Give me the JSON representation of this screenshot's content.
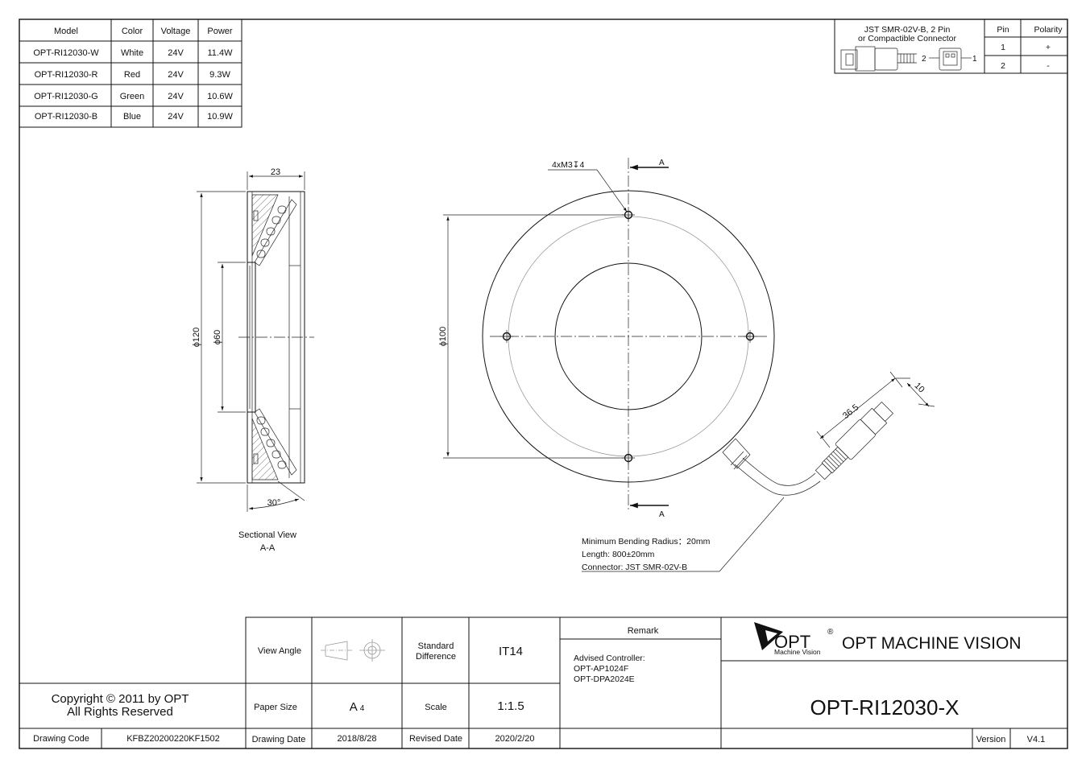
{
  "model_table": {
    "headers": [
      "Model",
      "Color",
      "Voltage",
      "Power"
    ],
    "rows": [
      [
        "OPT-RI12030-W",
        "White",
        "24V",
        "11.4W"
      ],
      [
        "OPT-RI12030-R",
        "Red",
        "24V",
        "9.3W"
      ],
      [
        "OPT-RI12030-G",
        "Green",
        "24V",
        "10.6W"
      ],
      [
        "OPT-RI12030-B",
        "Blue",
        "24V",
        "10.9W"
      ]
    ]
  },
  "connector_box": {
    "title_line1": "JST SMR-02V-B, 2 Pin",
    "title_line2": "or Compactible Connector",
    "pin_label_2": "2",
    "pin_label_1": "1",
    "headers": [
      "Pin",
      "Polarity"
    ],
    "rows": [
      [
        "1",
        "+"
      ],
      [
        "2",
        "-"
      ]
    ]
  },
  "section_view": {
    "dim_width": "23",
    "dim_outer": "ϕ120",
    "dim_inner": "ϕ60",
    "dim_angle": "30°",
    "caption_line1": "Sectional View",
    "caption_line2": "A-A"
  },
  "front_view": {
    "hole_callout": "4xM3↧4",
    "section_mark_top": "A",
    "section_mark_bottom": "A",
    "dim_pcd": "ϕ100",
    "dim_connector_length": "36.5",
    "dim_connector_width": "10"
  },
  "cable_note": {
    "line1": "Minimum Bending Radius：20mm",
    "line2": "Length: 800±20mm",
    "line3": "Connector: JST SMR-02V-B"
  },
  "title_block": {
    "view_angle_label": "View Angle",
    "standard_difference_label": "Standard Difference",
    "standard_difference_value": "IT14",
    "remark_label": "Remark",
    "advised_controller_label": "Advised Controller:",
    "controllers": [
      "OPT-AP1024F",
      "OPT-DPA2024E"
    ],
    "paper_size_label": "Paper Size",
    "paper_size_value": "A",
    "paper_size_sub": "4",
    "scale_label": "Scale",
    "scale_value": "1:1.5",
    "drawing_date_label": "Drawing Date",
    "drawing_date_value": "2018/8/28",
    "revised_date_label": "Revised Date",
    "revised_date_value": "2020/2/20",
    "copyright_line1": "Copyright © 2011 by OPT",
    "copyright_line2": "All Rights Reserved",
    "drawing_code_label": "Drawing Code",
    "drawing_code_value": "KFBZ20200220KF1502",
    "logo_text": "OPT",
    "logo_registered": "®",
    "logo_subtext": "Machine Vision",
    "company_name": "OPT MACHINE VISION",
    "part_number": "OPT-RI12030-X",
    "version_label": "Version",
    "version_value": "V4.1"
  }
}
